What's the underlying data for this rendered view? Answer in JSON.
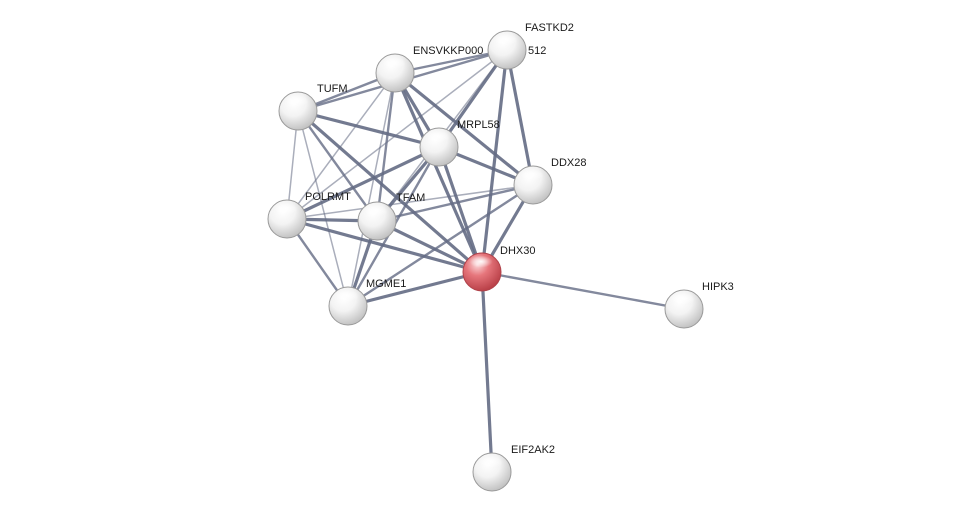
{
  "graph": {
    "nodes": [
      {
        "id": "FASTKD2",
        "label": "FASTKD2",
        "highlight": false
      },
      {
        "id": "ENSVKKP",
        "label": "ENSVKKP000",
        "highlight": false
      },
      {
        "id": "TUFM",
        "label": "TUFM",
        "highlight": false
      },
      {
        "id": "MRPL58",
        "label": "MRPL58",
        "highlight": false
      },
      {
        "id": "DDX28",
        "label": "DDX28",
        "highlight": false
      },
      {
        "id": "POLRMT",
        "label": "POLRMT",
        "highlight": false
      },
      {
        "id": "TFAM",
        "label": "TFAM",
        "highlight": false
      },
      {
        "id": "DHX30",
        "label": "DHX30",
        "highlight": true
      },
      {
        "id": "MGME1",
        "label": "MGME1",
        "highlight": false
      },
      {
        "id": "HIPK3",
        "label": "HIPK3",
        "highlight": false
      },
      {
        "id": "EIF2AK2",
        "label": "EIF2AK2",
        "highlight": false
      }
    ],
    "label_fragments": [
      {
        "node": "FASTKD2",
        "text": "512"
      }
    ],
    "edges": [
      {
        "source": "DHX30",
        "target": "FASTKD2",
        "strength": "strong"
      },
      {
        "source": "DHX30",
        "target": "ENSVKKP",
        "strength": "strong"
      },
      {
        "source": "DHX30",
        "target": "TUFM",
        "strength": "strong"
      },
      {
        "source": "DHX30",
        "target": "MRPL58",
        "strength": "strong"
      },
      {
        "source": "DHX30",
        "target": "DDX28",
        "strength": "strong"
      },
      {
        "source": "DHX30",
        "target": "POLRMT",
        "strength": "strong"
      },
      {
        "source": "DHX30",
        "target": "TFAM",
        "strength": "strong"
      },
      {
        "source": "DHX30",
        "target": "MGME1",
        "strength": "strong"
      },
      {
        "source": "DHX30",
        "target": "HIPK3",
        "strength": "medium"
      },
      {
        "source": "DHX30",
        "target": "EIF2AK2",
        "strength": "strong"
      },
      {
        "source": "FASTKD2",
        "target": "ENSVKKP",
        "strength": "medium"
      },
      {
        "source": "FASTKD2",
        "target": "TUFM",
        "strength": "medium"
      },
      {
        "source": "FASTKD2",
        "target": "MRPL58",
        "strength": "strong"
      },
      {
        "source": "FASTKD2",
        "target": "DDX28",
        "strength": "strong"
      },
      {
        "source": "FASTKD2",
        "target": "TFAM",
        "strength": "weak"
      },
      {
        "source": "FASTKD2",
        "target": "POLRMT",
        "strength": "weak"
      },
      {
        "source": "ENSVKKP",
        "target": "TUFM",
        "strength": "medium"
      },
      {
        "source": "ENSVKKP",
        "target": "MRPL58",
        "strength": "strong"
      },
      {
        "source": "ENSVKKP",
        "target": "DDX28",
        "strength": "strong"
      },
      {
        "source": "ENSVKKP",
        "target": "TFAM",
        "strength": "medium"
      },
      {
        "source": "ENSVKKP",
        "target": "POLRMT",
        "strength": "weak"
      },
      {
        "source": "ENSVKKP",
        "target": "MGME1",
        "strength": "weak"
      },
      {
        "source": "TUFM",
        "target": "MRPL58",
        "strength": "strong"
      },
      {
        "source": "TUFM",
        "target": "POLRMT",
        "strength": "weak"
      },
      {
        "source": "TUFM",
        "target": "TFAM",
        "strength": "medium"
      },
      {
        "source": "TUFM",
        "target": "MGME1",
        "strength": "weak"
      },
      {
        "source": "MRPL58",
        "target": "DDX28",
        "strength": "strong"
      },
      {
        "source": "MRPL58",
        "target": "POLRMT",
        "strength": "strong"
      },
      {
        "source": "MRPL58",
        "target": "TFAM",
        "strength": "strong"
      },
      {
        "source": "MRPL58",
        "target": "MGME1",
        "strength": "medium"
      },
      {
        "source": "POLRMT",
        "target": "TFAM",
        "strength": "strong"
      },
      {
        "source": "POLRMT",
        "target": "MGME1",
        "strength": "medium"
      },
      {
        "source": "POLRMT",
        "target": "DDX28",
        "strength": "weak"
      },
      {
        "source": "TFAM",
        "target": "MGME1",
        "strength": "strong"
      },
      {
        "source": "TFAM",
        "target": "DDX28",
        "strength": "medium"
      },
      {
        "source": "MGME1",
        "target": "DDX28",
        "strength": "medium"
      }
    ]
  },
  "colors": {
    "background": "#ffffff",
    "edge": "#646b84",
    "node_fill": "#e6e6e6",
    "node_stroke": "#9a9a9a",
    "highlight_fill": "#d9555d",
    "highlight_stroke": "#b0424a",
    "label": "#1a1a1a"
  }
}
